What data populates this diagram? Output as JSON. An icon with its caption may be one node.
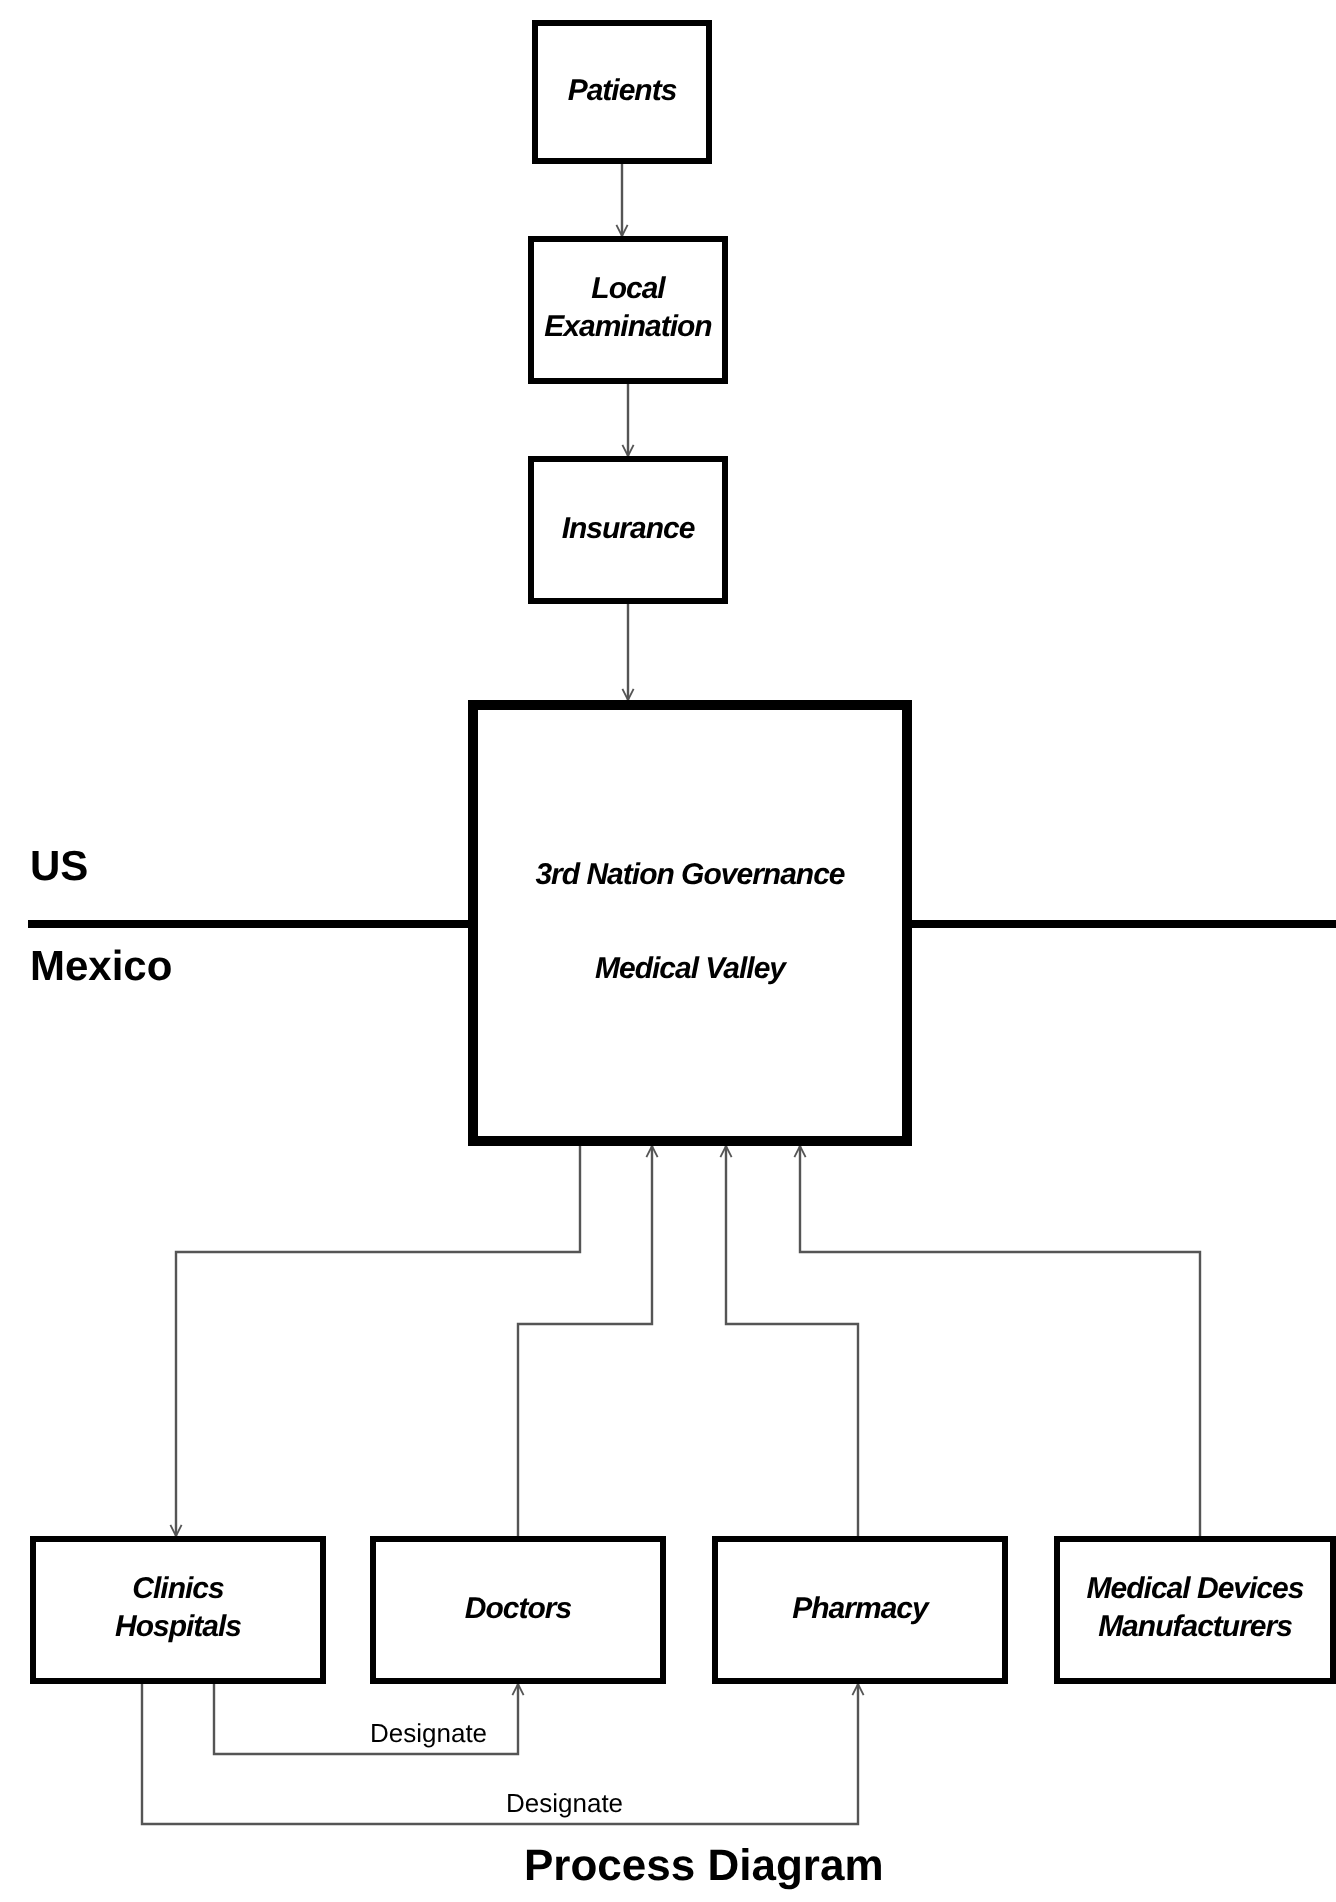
{
  "diagram": {
    "caption": "Process Diagram",
    "nodes": [
      {
        "text": [
          "Patients"
        ]
      },
      {
        "text": [
          "Local Examination"
        ]
      },
      {
        "text": [
          "Insurance"
        ]
      },
      {
        "text": [
          "3rd Nation Governance",
          "Medical Valley"
        ]
      },
      {
        "text": [
          "Clinics Hospitals"
        ]
      },
      {
        "text": [
          "Doctors"
        ]
      },
      {
        "text": [
          "Pharmacy"
        ]
      },
      {
        "text": [
          "Medical Devices Manufacturers"
        ]
      }
    ],
    "edges": [
      {
        "from": 0,
        "to": 1,
        "arrow": "to"
      },
      {
        "from": 1,
        "to": 2,
        "arrow": "to"
      },
      {
        "from": 2,
        "to": 3,
        "arrow": "to"
      },
      {
        "from": 3,
        "to": 4,
        "arrow": "to"
      },
      {
        "from": 5,
        "to": 3,
        "arrow": "to"
      },
      {
        "from": 6,
        "to": 3,
        "arrow": "to"
      },
      {
        "from": 7,
        "to": 3,
        "arrow": "to"
      },
      {
        "from": 4,
        "to": 5,
        "arrow": "to",
        "label": "Designate"
      },
      {
        "from": 4,
        "to": 6,
        "arrow": "to",
        "label": "Designate"
      }
    ],
    "labels": [
      "US",
      "Mexico"
    ]
  }
}
